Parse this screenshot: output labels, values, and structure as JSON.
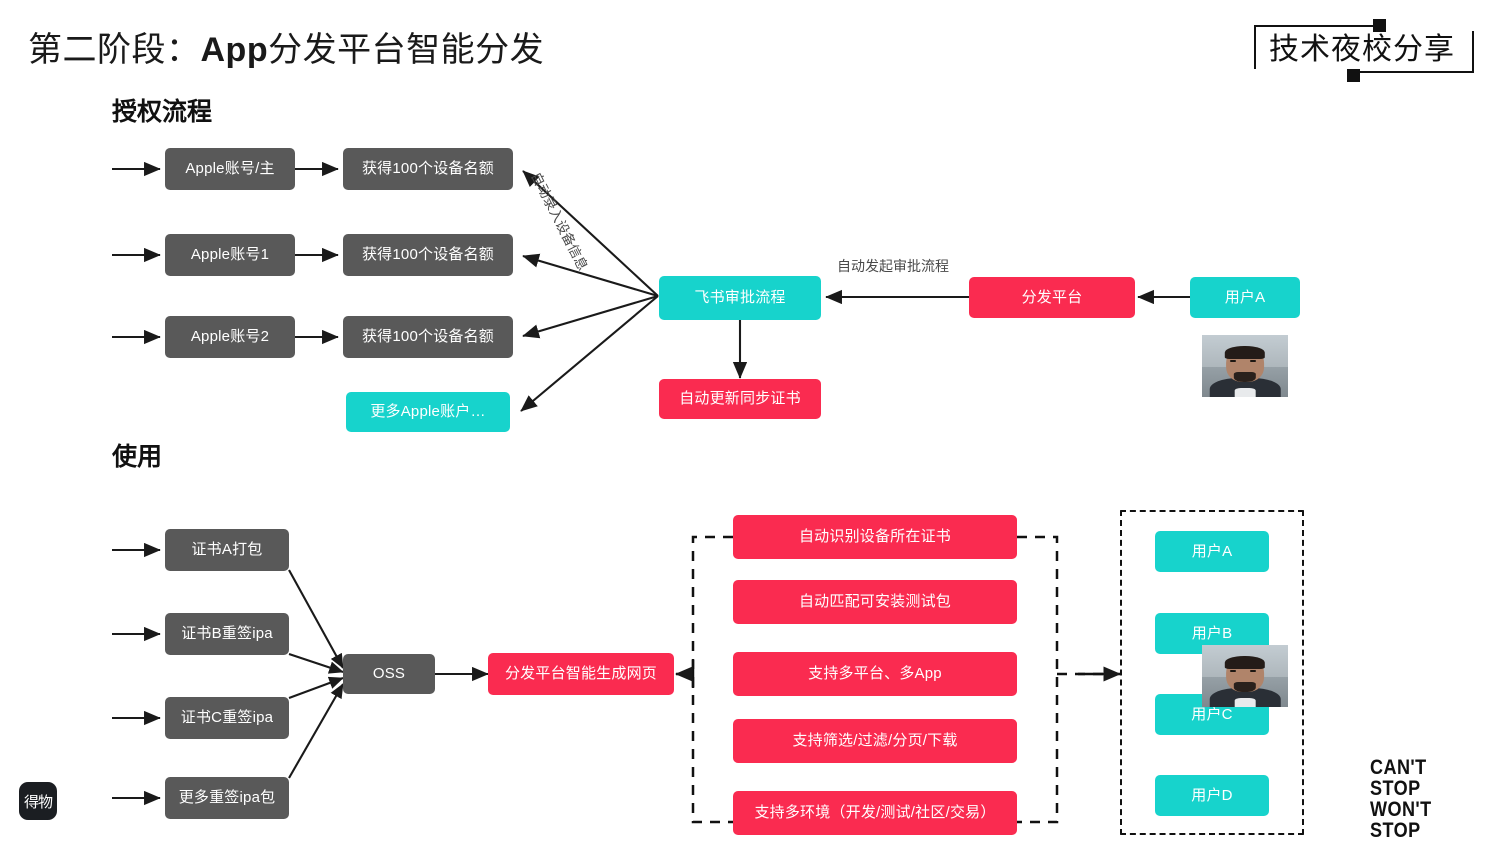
{
  "slide": {
    "title_prefix": "第二阶段：",
    "title_strong": "App",
    "title_suffix": "分发平台智能分发",
    "badge_text": "技术夜校分享",
    "footer_logo_text": "得物",
    "footer_tagline": "CAN'T STOP\nWON'T STOP"
  },
  "colors": {
    "teal": "#17D3CC",
    "red": "#FA2B50",
    "gray": "#595959",
    "ink": "#111111"
  },
  "sections": [
    {
      "id": "auth",
      "label": "授权流程"
    },
    {
      "id": "usage",
      "label": "使用"
    }
  ],
  "auth_flow": {
    "accounts": [
      {
        "name": "Apple账号/主",
        "quota": "获得100个设备名额"
      },
      {
        "name": "Apple账号1",
        "quota": "获得100个设备名额"
      },
      {
        "name": "Apple账号2",
        "quota": "获得100个设备名额"
      }
    ],
    "more_accounts": "更多Apple账户…",
    "approval": "飞书审批流程",
    "cert_sync": "自动更新同步证书",
    "platform": "分发平台",
    "user": "用户A",
    "edge_labels": {
      "enroll_devices": "自动录入设备信息",
      "start_approval": "自动发起审批流程"
    }
  },
  "usage_flow": {
    "sources": [
      "证书A打包",
      "证书B重签ipa",
      "证书C重签ipa",
      "更多重签ipa包"
    ],
    "storage": "OSS",
    "webpage": "分发平台智能生成网页",
    "features": [
      "自动识别设备所在证书",
      "自动匹配可安装测试包",
      "支持多平台、多App",
      "支持筛选/过滤/分页/下载",
      "支持多环境（开发/测试/社区/交易）"
    ],
    "users": [
      "用户A",
      "用户B",
      "用户C",
      "用户D"
    ]
  }
}
